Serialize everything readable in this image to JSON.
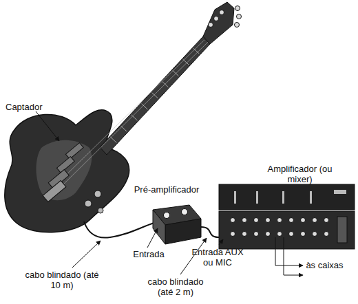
{
  "diagram": {
    "nodes": [
      {
        "text": [
          "Pré-amplificador"
        ]
      },
      {
        "text": [
          "Amplificador (ou mixer)"
        ]
      }
    ],
    "edges": [
      {
        "from": 0,
        "to": 1,
        "arrow": "none"
      }
    ],
    "labels": [
      "Captador",
      "Entrada",
      "cabo blindado (até 10 m)",
      "cabo blindado (até 2 m)",
      "Entrada AUX ou MIC",
      "às caixas"
    ]
  }
}
